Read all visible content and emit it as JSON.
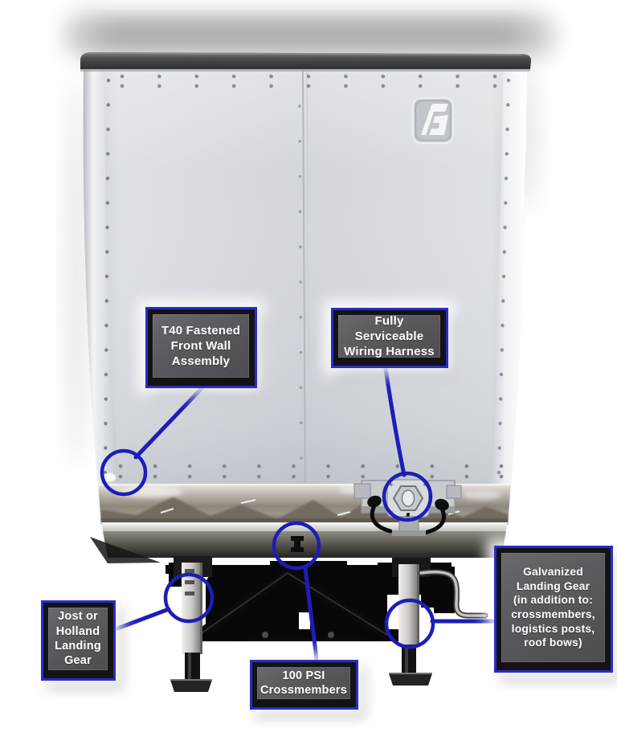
{
  "colors": {
    "accent_blue": "#1d1db8",
    "box_border_blue": "#2a2acd",
    "box_face_gray": "#58575b",
    "box_text": "#ffffff",
    "background": "#ffffff"
  },
  "logo": {
    "icon": "fc-monogram-badge-icon"
  },
  "callouts": [
    {
      "id": "front-wall",
      "text": "T40 Fastened\nFront Wall\nAssembly"
    },
    {
      "id": "wiring-harness",
      "text": "Fully Serviceable\nWiring Harness"
    },
    {
      "id": "jost-holland",
      "text": "Jost or\nHolland\nLanding\nGear"
    },
    {
      "id": "crossmembers",
      "text": "100 PSI\nCrossmembers"
    },
    {
      "id": "galvanized",
      "text": "Galvanized\nLanding Gear\n(in addition to:\ncrossmembers,\nlogistics posts,\nroof bows)"
    }
  ]
}
